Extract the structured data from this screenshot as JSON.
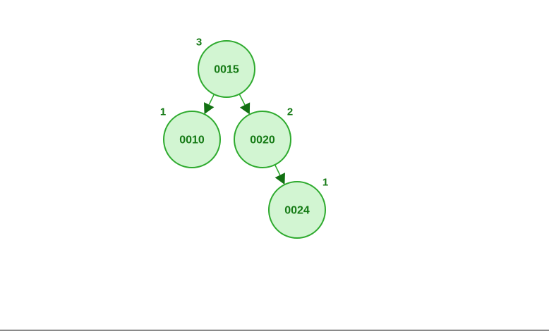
{
  "tree": {
    "nodes": [
      {
        "id": "n15",
        "key": "0015",
        "height": "3"
      },
      {
        "id": "n10",
        "key": "0010",
        "height": "1"
      },
      {
        "id": "n20",
        "key": "0020",
        "height": "2"
      },
      {
        "id": "n24",
        "key": "0024",
        "height": "1"
      }
    ],
    "edges": [
      {
        "from": "n15",
        "to": "n10"
      },
      {
        "from": "n15",
        "to": "n20"
      },
      {
        "from": "n20",
        "to": "n24"
      }
    ]
  },
  "colors": {
    "node_fill": "#d2f5d2",
    "node_stroke": "#2eaa2e",
    "text": "#157a15",
    "arrow_head": "#127012"
  }
}
